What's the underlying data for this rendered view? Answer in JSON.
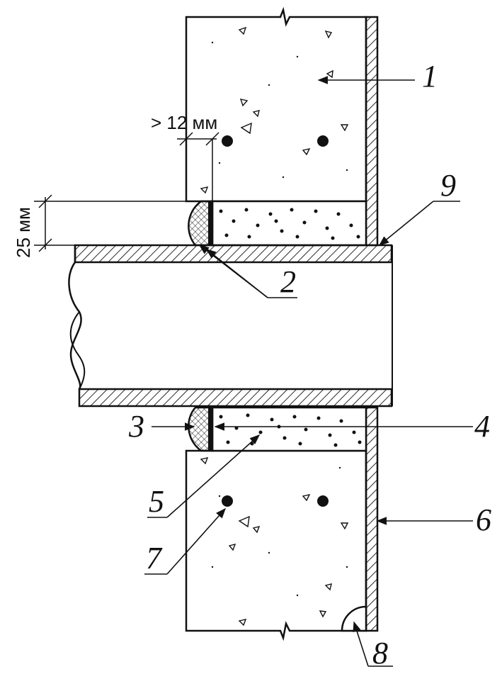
{
  "dimensions": {
    "gap_label": "> 12 мм",
    "height_label": "25 мм"
  },
  "callouts": [
    {
      "id": "1",
      "label": "1"
    },
    {
      "id": "2",
      "label": "2"
    },
    {
      "id": "3",
      "label": "3"
    },
    {
      "id": "4",
      "label": "4"
    },
    {
      "id": "5",
      "label": "5"
    },
    {
      "id": "6",
      "label": "6"
    },
    {
      "id": "7",
      "label": "7"
    },
    {
      "id": "8",
      "label": "8"
    },
    {
      "id": "9",
      "label": "9"
    }
  ],
  "colors": {
    "ink": "#111111",
    "background": "#ffffff"
  }
}
